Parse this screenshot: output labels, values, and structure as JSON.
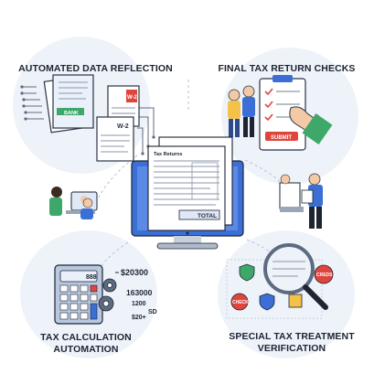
{
  "headings": {
    "top_left": "AUTOMATED DATA REFLECTION",
    "top_right": "FINAL TAX RETURN CHECKS",
    "bottom_left_line1": "TAX CALCULATION",
    "bottom_left_line2": "AUTOMATION",
    "bottom_right_line1": "SPECIAL TAX TREATMENT",
    "bottom_right_line2": "VERIFICATION"
  },
  "documents": {
    "bank_label": "BANK",
    "w2_label_a": "W-2",
    "w2_label_b": "W-2"
  },
  "checklist": {
    "submit_label": "SUBMIT"
  },
  "monitor": {
    "form_title": "Tax Returns",
    "total_label": "TOTAL"
  },
  "calculator": {
    "display": "888"
  },
  "calculation_values": {
    "v1": "$20300",
    "v2": "163000",
    "v3": "1200",
    "v4": "SD",
    "v5": "$20+"
  },
  "tax_icons": {
    "credit_label": "CREDS",
    "check_label": "CHECK"
  },
  "colors": {
    "accent_blue": "#3b6fd6",
    "accent_red": "#e0453c",
    "accent_green": "#3ea86b",
    "background_tint": "#eef3f9"
  }
}
